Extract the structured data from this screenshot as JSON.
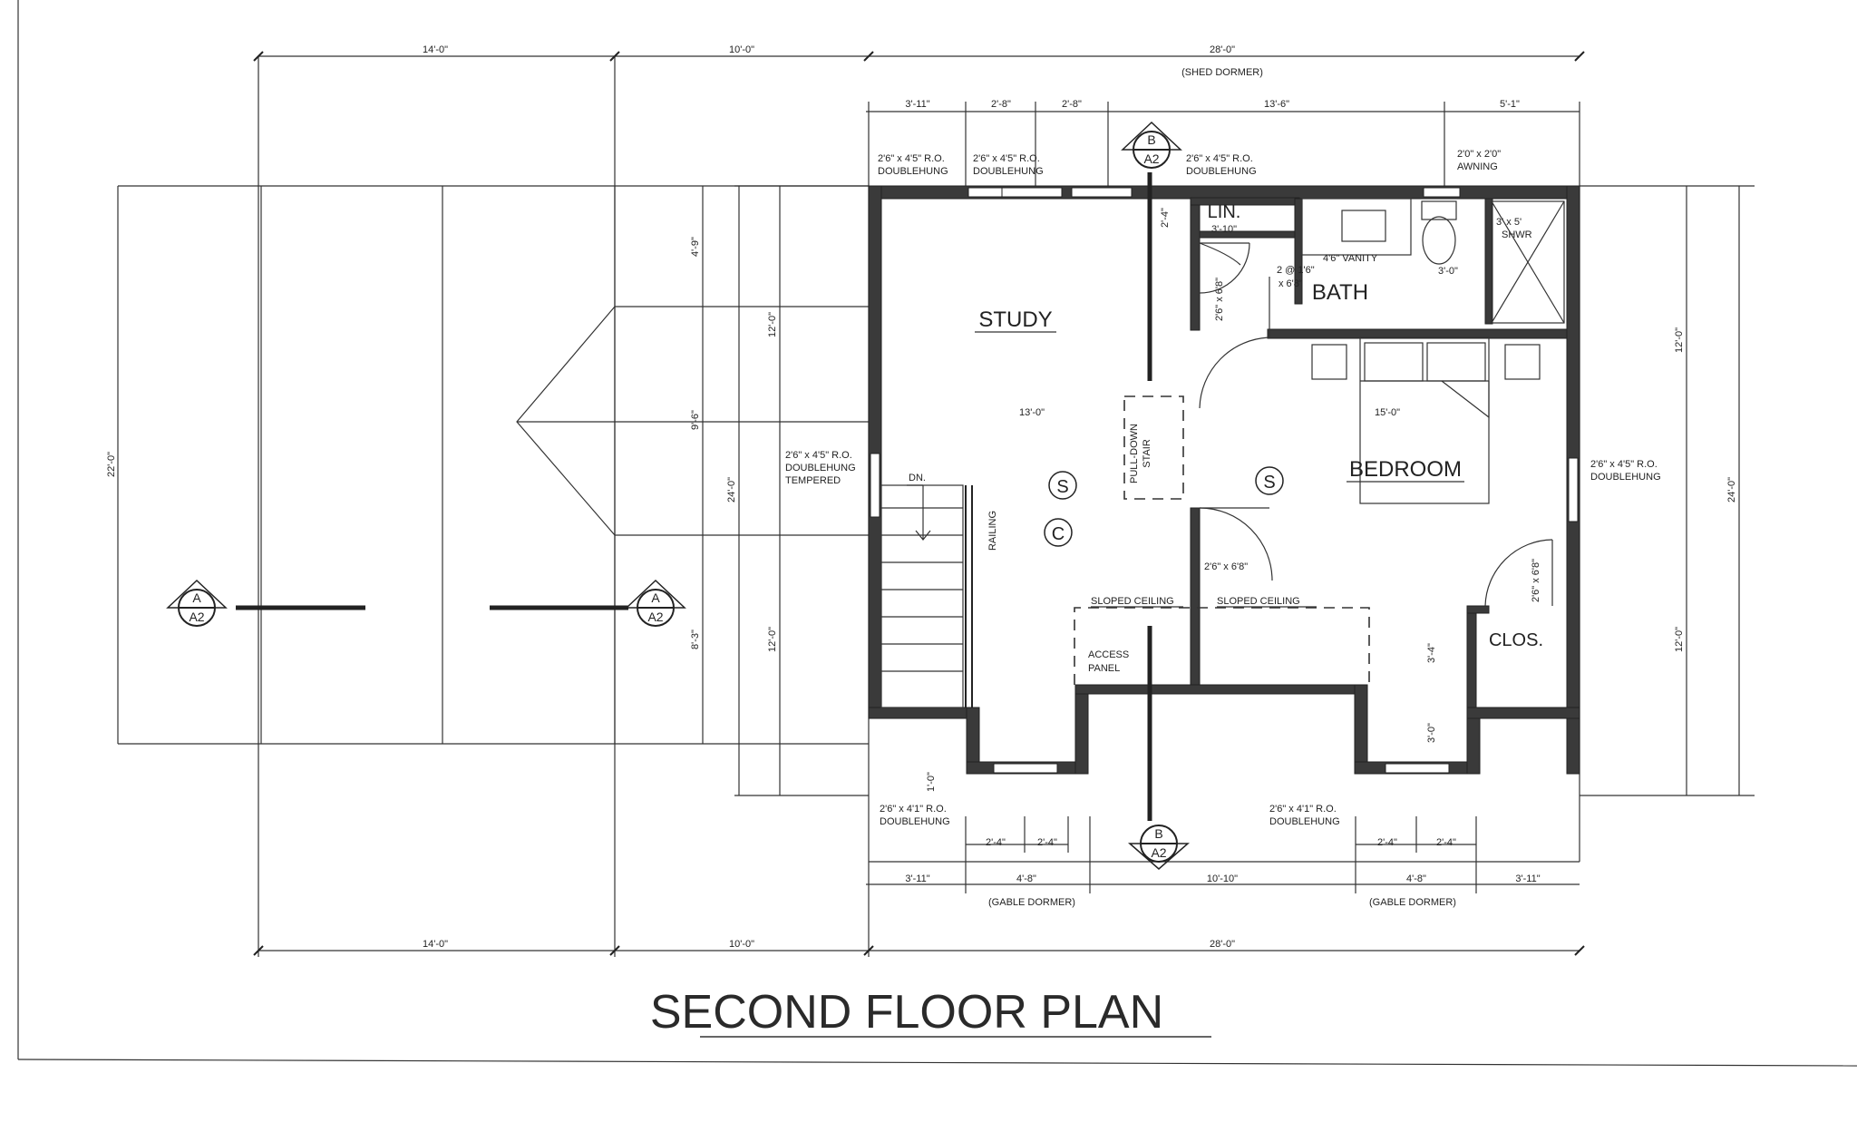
{
  "title": "SECOND FLOOR PLAN",
  "rooms": {
    "study": "STUDY",
    "bath": "BATH",
    "bedroom": "BEDROOM",
    "lin": "LIN.",
    "clos": "CLOS."
  },
  "dimensions": {
    "top_14": "14'-0\"",
    "top_10": "10'-0\"",
    "top_28": "28'-0\"",
    "shed_dormer": "(SHED DORMER)",
    "top_3_11": "3'-11\"",
    "top_2_8a": "2'-8\"",
    "top_2_8b": "2'-8\"",
    "top_13_6": "13'-6\"",
    "top_5_1": "5'-1\"",
    "left_22": "22'-0\"",
    "left_4_9": "4'-9\"",
    "left_12a": "12'-0\"",
    "left_9_6": "9'-6\"",
    "left_24": "24'-0\"",
    "left_8_3": "8'-3\"",
    "left_12b": "12'-0\"",
    "right_12a": "12'-0\"",
    "right_24": "24'-0\"",
    "right_12b": "12'-0\"",
    "bot_2_4a": "2'-4\"",
    "bot_2_4b": "2'-4\"",
    "bot_2_4c": "2'-4\"",
    "bot_2_4d": "2'-4\"",
    "bot_3_11a": "3'-11\"",
    "bot_4_8a": "4'-8\"",
    "bot_10_10": "10'-10\"",
    "bot_4_8b": "4'-8\"",
    "bot_3_11b": "3'-11\"",
    "gable_dormer_a": "(GABLE DORMER)",
    "gable_dormer_b": "(GABLE DORMER)",
    "bot_14": "14'-0\"",
    "bot_10": "10'-0\"",
    "bot_28": "28'-0\"",
    "int_13": "13'-0\"",
    "int_15": "15'-0\"",
    "int_2_4": "2'-4\"",
    "lin_3_10": "3'-10\"",
    "bath_3_0": "3'-0\"",
    "clos_3_4": "3'-4\"",
    "clos_3_0": "3'-0\"",
    "stair_1_0": "1'-0\""
  },
  "notes": {
    "win_top_1a": "2'6\" x 4'5\" R.O.",
    "win_top_1b": "DOUBLEHUNG",
    "win_top_2a": "2'6\" x 4'5\" R.O.",
    "win_top_2b": "DOUBLEHUNG",
    "win_top_3a": "2'6\" x 4'5\" R.O.",
    "win_top_3b": "DOUBLEHUNG",
    "awning_a": "2'0\" x 2'0\"",
    "awning_b": "AWNING",
    "win_left_a": "2'6\" x 4'5\" R.O.",
    "win_left_b": "DOUBLEHUNG",
    "win_left_c": "TEMPERED",
    "win_right_a": "2'6\" x 4'5\" R.O.",
    "win_right_b": "DOUBLEHUNG",
    "win_bot_1a": "2'6\" x 4'1\" R.O.",
    "win_bot_1b": "DOUBLEHUNG",
    "win_bot_2a": "2'6\" x 4'1\" R.O.",
    "win_bot_2b": "DOUBLEHUNG",
    "vanity": "4'6\" VANITY",
    "door_bath_a": "2 @ 1'6\"",
    "door_bath_b": "x 6'8\"",
    "door_lin": "2'6\" x 6'8\"",
    "door_bed": "2'6\" x 6'8\"",
    "door_clos": "2'6\" x 6'8\"",
    "shower_a": "3' x 5'",
    "shower_b": "SHWR",
    "pulldown_a": "PULL-DOWN",
    "pulldown_b": "STAIR",
    "railing": "RAILING",
    "dn": "DN.",
    "sloped_1": "SLOPED CEILING",
    "sloped_2": "SLOPED CEILING",
    "access_a": "ACCESS",
    "access_b": "PANEL"
  },
  "symbols": {
    "smoke_1": "S",
    "smoke_2": "S",
    "co": "C"
  },
  "section_markers": {
    "a_left_letter": "A",
    "a_left_sheet": "A2",
    "a_right_letter": "A",
    "a_right_sheet": "A2",
    "b_top_letter": "B",
    "b_top_sheet": "A2",
    "b_bot_letter": "B",
    "b_bot_sheet": "A2"
  }
}
